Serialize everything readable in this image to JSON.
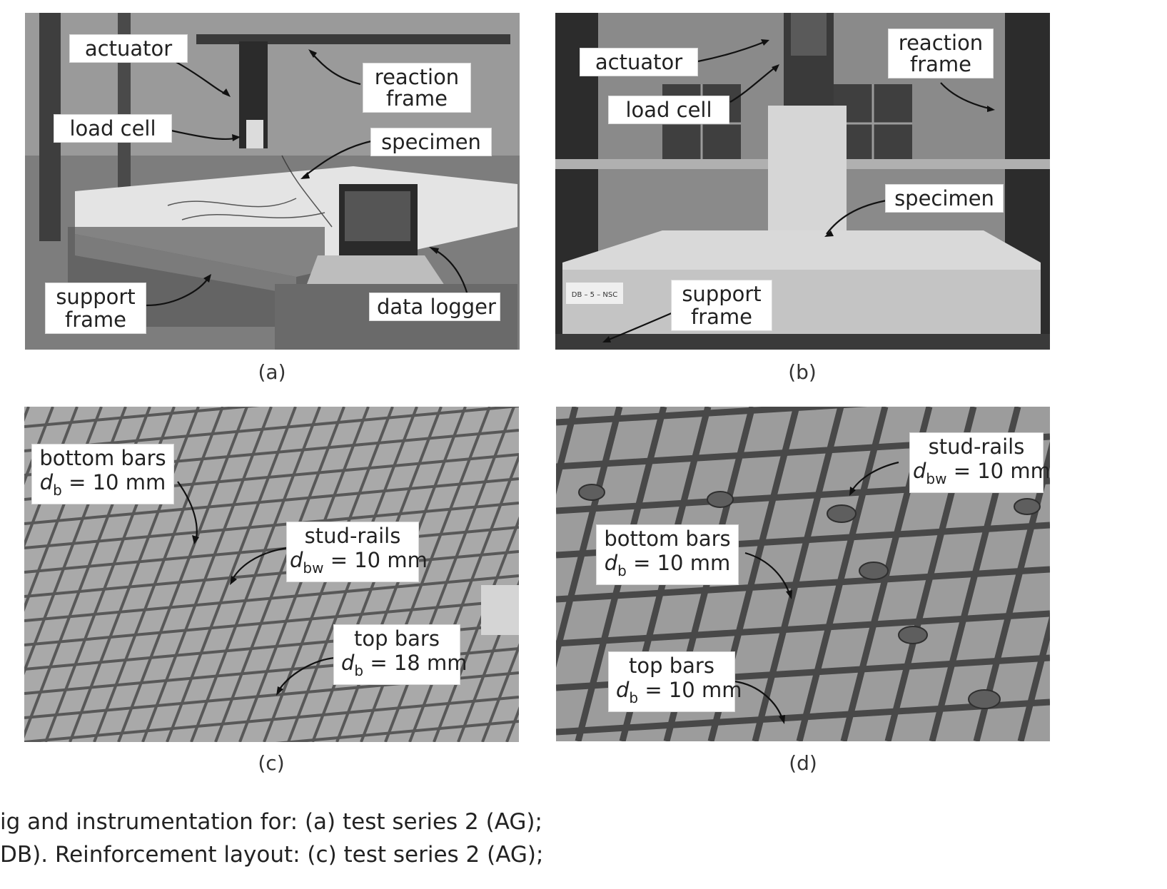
{
  "panels": {
    "a": {
      "caption": "(a)",
      "labels": {
        "actuator": "actuator",
        "reaction_frame_1": "reaction",
        "reaction_frame_2": "frame",
        "load_cell": "load cell",
        "specimen": "specimen",
        "support_frame_1": "support",
        "support_frame_2": "frame",
        "data_logger": "data logger"
      }
    },
    "b": {
      "caption": "(b)",
      "labels": {
        "actuator": "actuator",
        "reaction_frame_1": "reaction",
        "reaction_frame_2": "frame",
        "load_cell": "load cell",
        "specimen": "specimen",
        "support_frame_1": "support",
        "support_frame_2": "frame",
        "plate_text": "DB – 5 – NSC"
      }
    },
    "c": {
      "caption": "(c)",
      "labels": {
        "bottom_bars": "bottom bars",
        "bottom_bars_sym": "d",
        "bottom_bars_sub": "b",
        "bottom_bars_val": " = 10 mm",
        "stud_rails": "stud-rails",
        "stud_rails_sym": "d",
        "stud_rails_sub": "bw",
        "stud_rails_val": " = 10 mm",
        "top_bars": "top bars",
        "top_bars_sym": "d",
        "top_bars_sub": "b",
        "top_bars_val": " = 18 mm"
      }
    },
    "d": {
      "caption": "(d)",
      "labels": {
        "stud_rails": "stud-rails",
        "stud_rails_sym": "d",
        "stud_rails_sub": "bw",
        "stud_rails_val": " = 10 mm",
        "bottom_bars": "bottom bars",
        "bottom_bars_sym": "d",
        "bottom_bars_sub": "b",
        "bottom_bars_val": " = 10 mm",
        "top_bars": "top bars",
        "top_bars_sym": "d",
        "top_bars_sub": "b",
        "top_bars_val": " = 10 mm"
      }
    }
  },
  "figure_caption": {
    "line1": "ig and instrumentation for: (a) test series 2 (AG);",
    "line2": "DB). Reinforcement layout: (c) test series 2 (AG);"
  }
}
